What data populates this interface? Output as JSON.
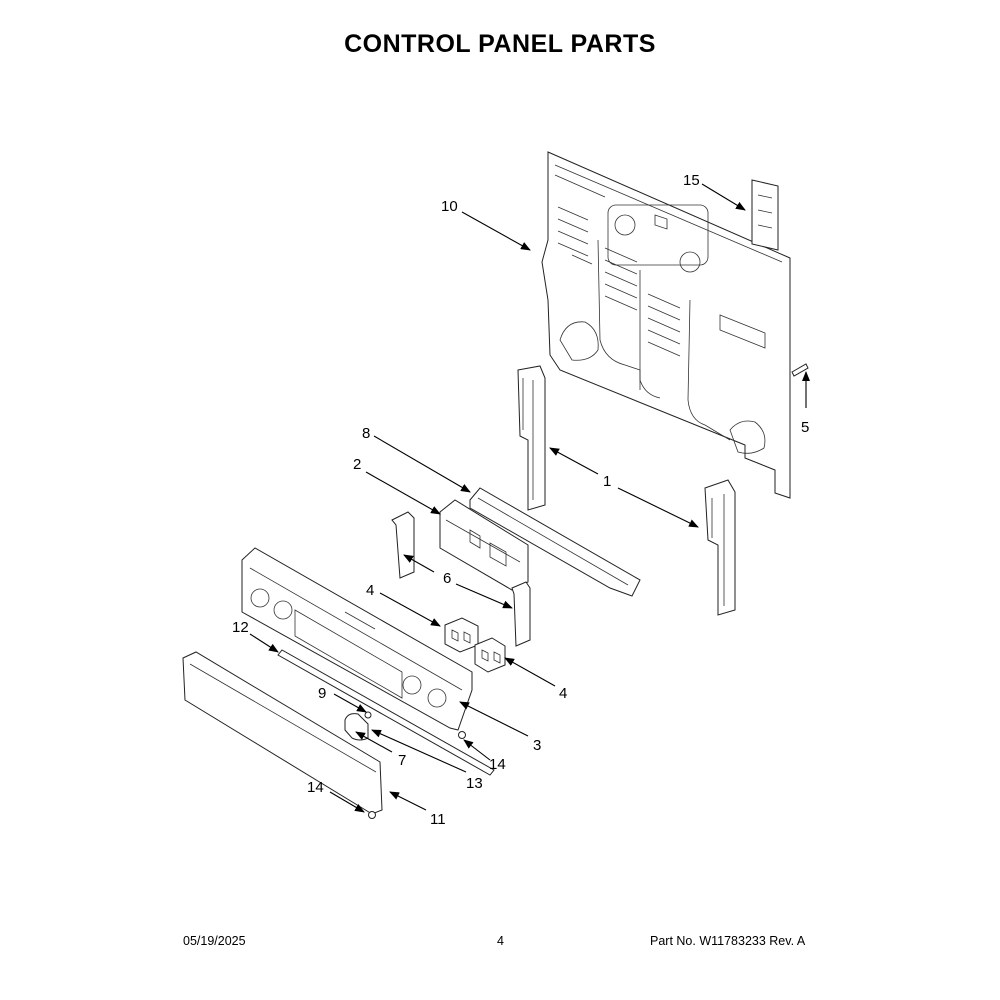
{
  "page": {
    "title": "CONTROL PANEL PARTS",
    "footer": {
      "date": "05/19/2025",
      "page_number": "4",
      "part_number": "Part No.  W11783233  Rev.  A"
    }
  },
  "callouts": [
    {
      "id": "c15",
      "label": "15"
    },
    {
      "id": "c10",
      "label": "10"
    },
    {
      "id": "c5",
      "label": "5"
    },
    {
      "id": "c8",
      "label": "8"
    },
    {
      "id": "c1",
      "label": "1"
    },
    {
      "id": "c2",
      "label": "2"
    },
    {
      "id": "c6",
      "label": "6"
    },
    {
      "id": "c4a",
      "label": "4"
    },
    {
      "id": "c12",
      "label": "12"
    },
    {
      "id": "c4b",
      "label": "4"
    },
    {
      "id": "c9",
      "label": "9"
    },
    {
      "id": "c3",
      "label": "3"
    },
    {
      "id": "c14a",
      "label": "14"
    },
    {
      "id": "c7",
      "label": "7"
    },
    {
      "id": "c13",
      "label": "13"
    },
    {
      "id": "c14b",
      "label": "14"
    },
    {
      "id": "c11",
      "label": "11"
    }
  ]
}
